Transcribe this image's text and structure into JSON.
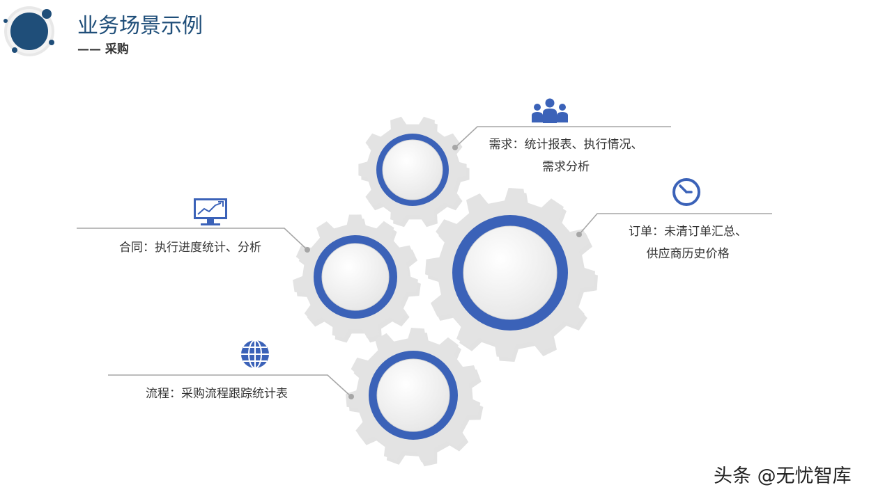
{
  "header": {
    "title": "业务场景示例",
    "subtitle": "—— 采购"
  },
  "diagram": {
    "items": [
      {
        "id": "demand",
        "icon": "people-group-icon",
        "line1": "需求：统计报表、执行情况、",
        "line2": "需求分析"
      },
      {
        "id": "order",
        "icon": "clock-icon",
        "line1": "订单：未清订单汇总、",
        "line2": "供应商历史价格"
      },
      {
        "id": "contract",
        "icon": "chart-monitor-icon",
        "line1": "合同：执行进度统计、分析",
        "line2": ""
      },
      {
        "id": "process",
        "icon": "globe-icon",
        "line1": "流程：采购流程跟踪统计表",
        "line2": ""
      }
    ],
    "colors": {
      "accent": "#3b62b8",
      "gear": "#e3e3e3",
      "connector": "#a6a6a6",
      "title": "#1f4e79"
    }
  },
  "watermark": "头条 @无忧智库"
}
